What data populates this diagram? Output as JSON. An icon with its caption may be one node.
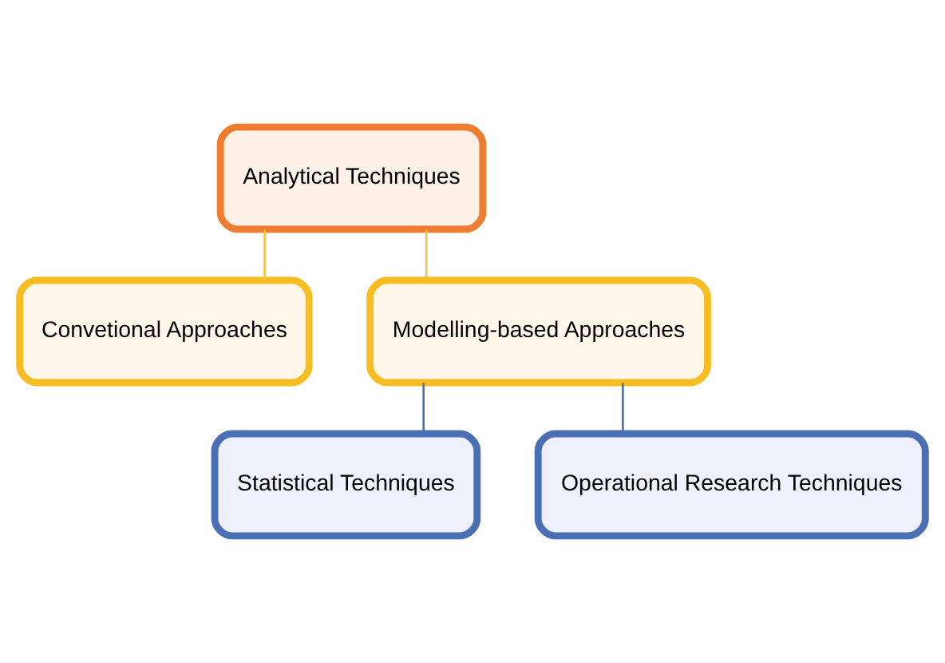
{
  "diagram": {
    "nodes": [
      {
        "text": [
          "Analytical Techniques"
        ]
      },
      {
        "text": [
          "Convetional Approaches"
        ]
      },
      {
        "text": [
          "Modelling-based Approaches"
        ]
      },
      {
        "text": [
          "Statistical Techniques"
        ]
      },
      {
        "text": [
          "Operational Research Techniques"
        ]
      }
    ],
    "edges": [
      {
        "from": 0,
        "to": 1,
        "arrow": "none",
        "color": "#f5c342"
      },
      {
        "from": 0,
        "to": 2,
        "arrow": "none",
        "color": "#f5c342"
      },
      {
        "from": 2,
        "to": 3,
        "arrow": "none",
        "color": "#4a6fb5"
      },
      {
        "from": 2,
        "to": 4,
        "arrow": "none",
        "color": "#4a6fb5"
      }
    ]
  }
}
